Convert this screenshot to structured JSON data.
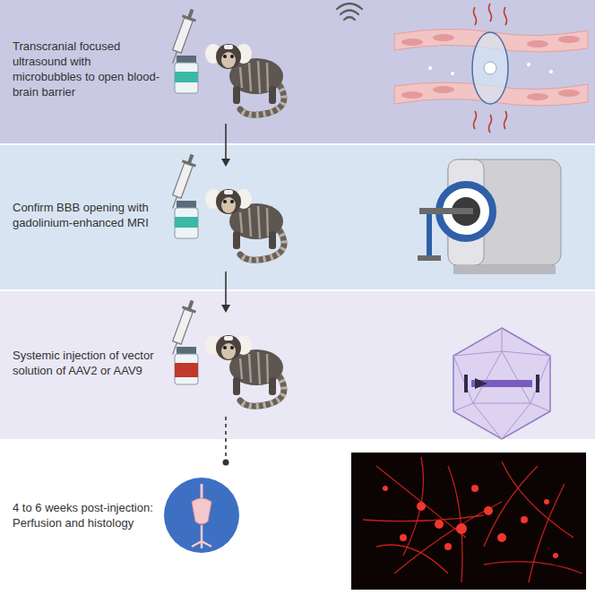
{
  "diagram": {
    "nodes": [
      {
        "text": [
          "Transcranial focused ultrasound with microbubbles to open blood-brain barrier"
        ]
      },
      {
        "text": [
          "Confirm BBB opening with gadolinium-enhanced MRI"
        ]
      },
      {
        "text": [
          "Systemic injection of vector solution of AAV2 or AAV9"
        ]
      },
      {
        "text": [
          "4 to 6 weeks post-injection: Perfusion and histology"
        ]
      }
    ],
    "edges": [
      {
        "from": 0,
        "to": 1,
        "arrow": "to"
      },
      {
        "from": 1,
        "to": 2,
        "arrow": "to"
      },
      {
        "from": 2,
        "to": 3,
        "arrow": "none"
      }
    ]
  }
}
